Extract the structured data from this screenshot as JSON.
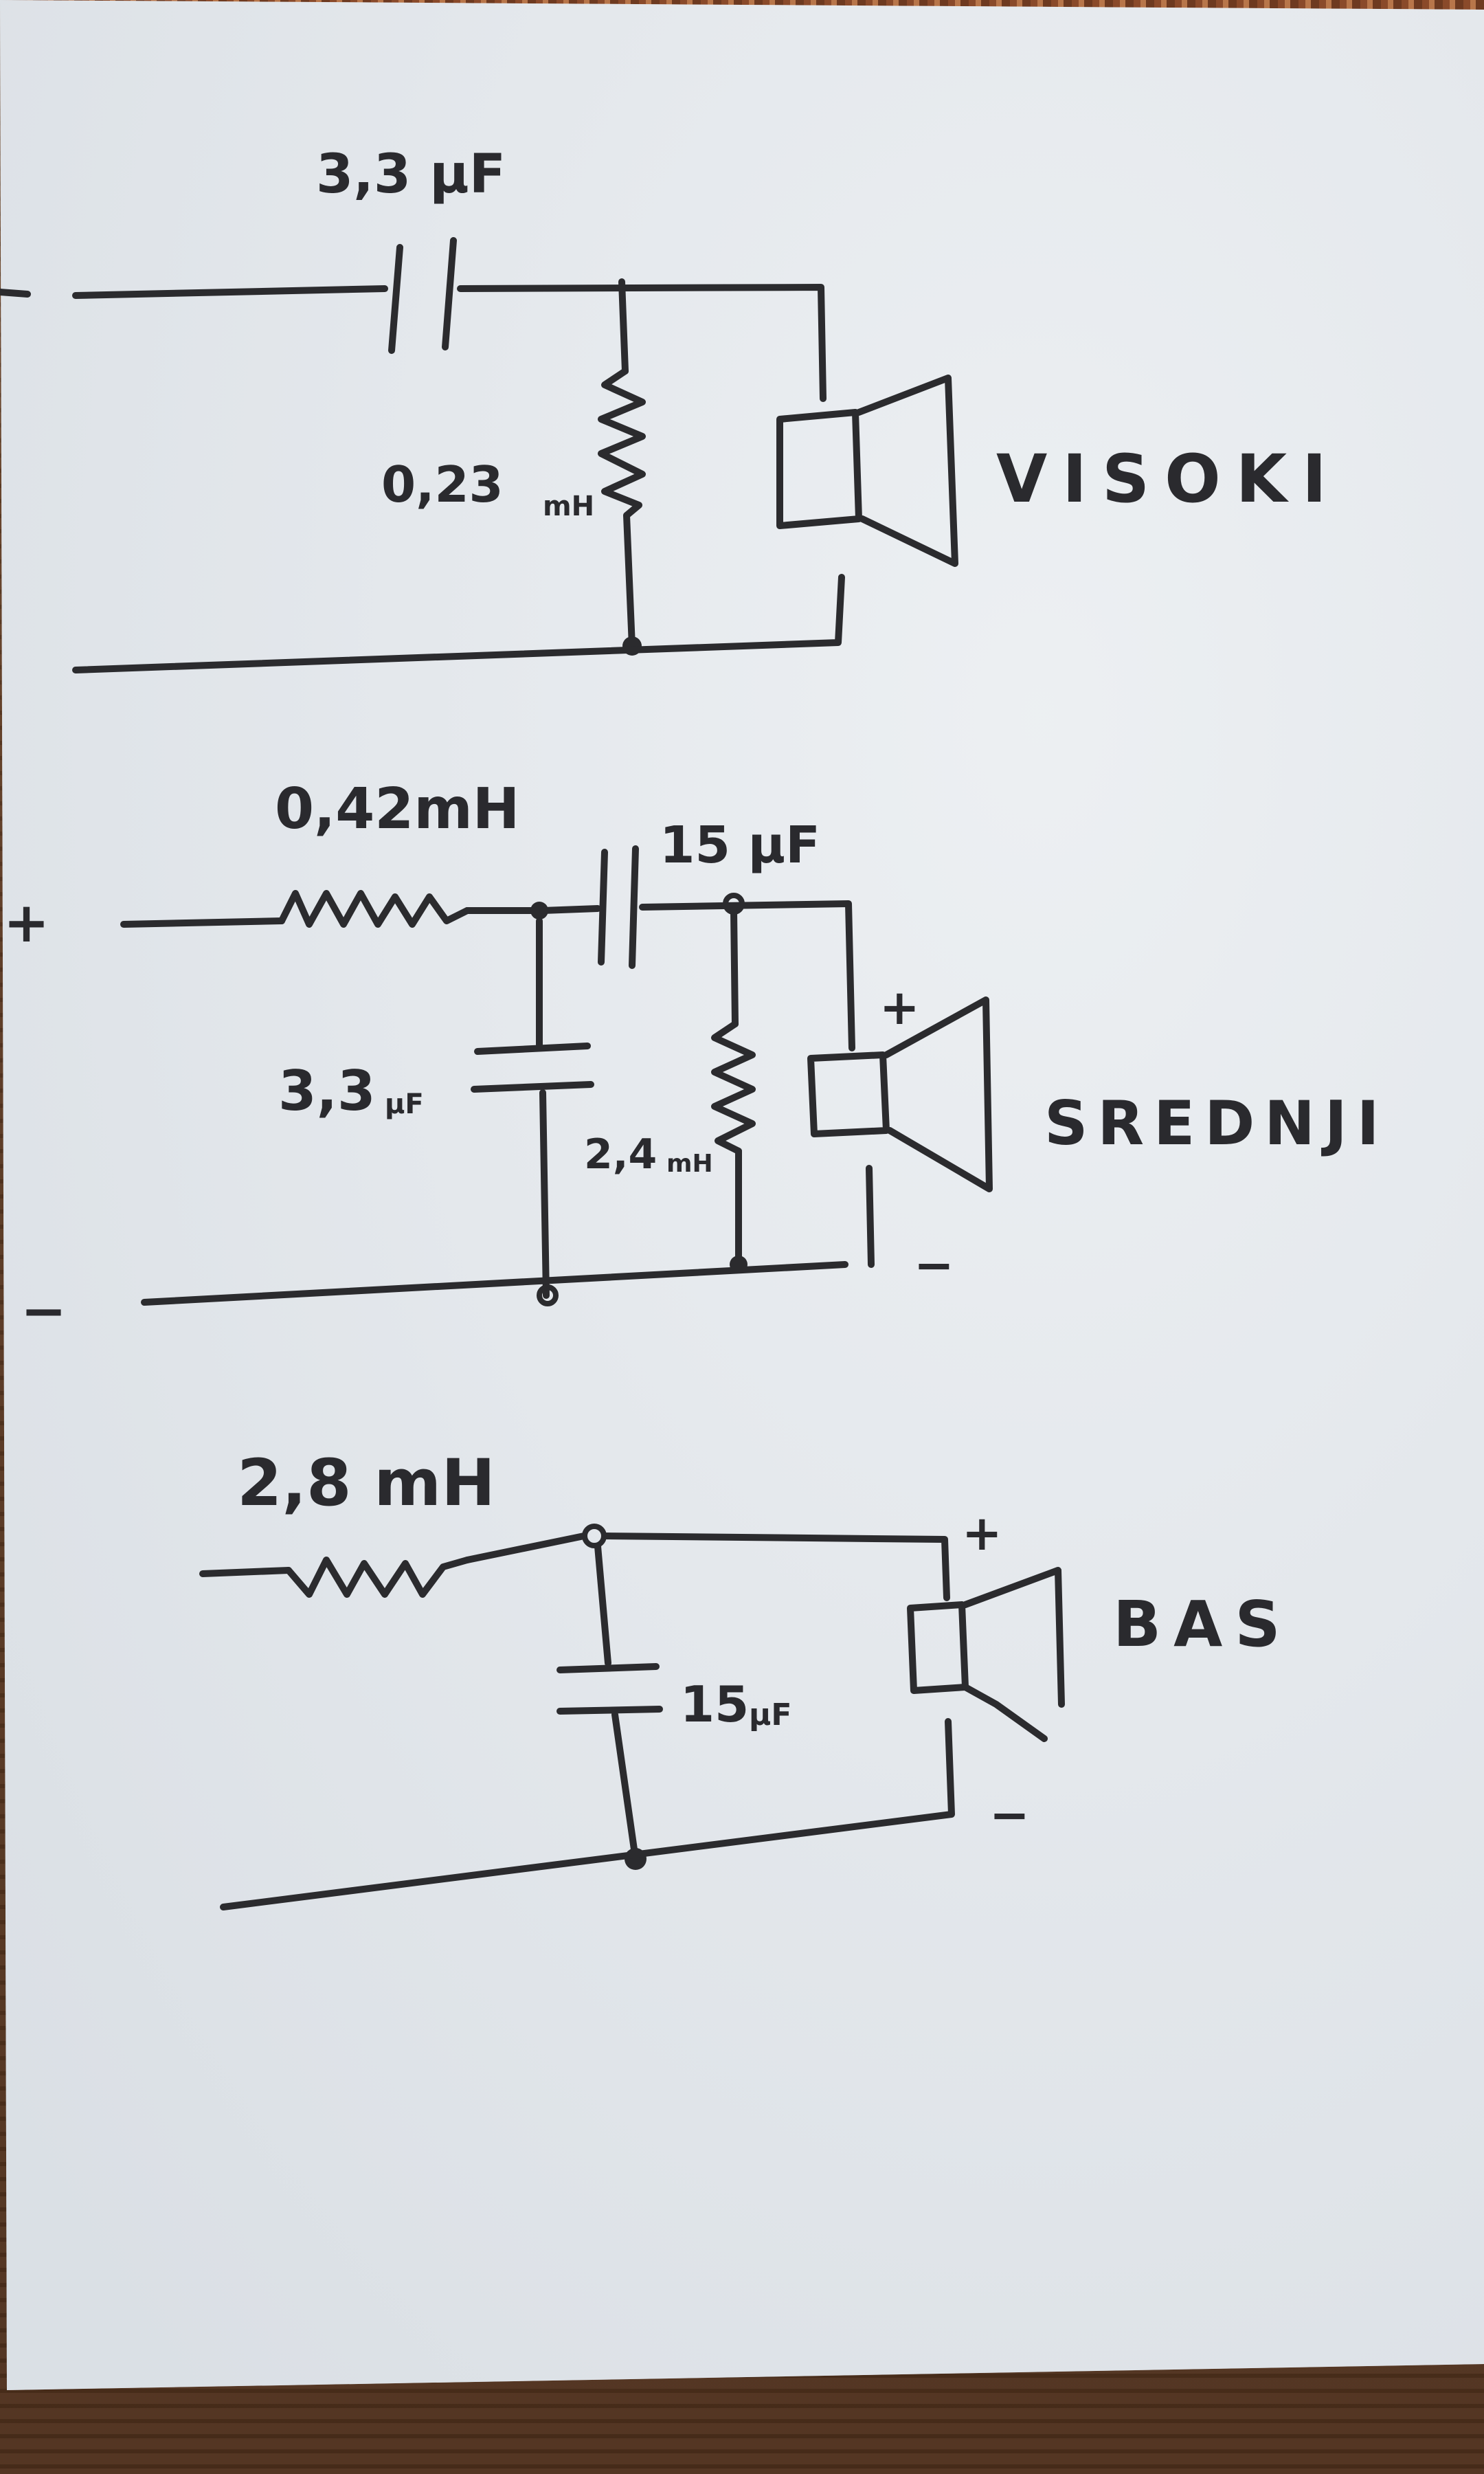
{
  "colors": {
    "paper": "#e8ecef",
    "ink": "#2b2b2e",
    "wood": "#5b3922"
  },
  "labels": {
    "tweeter_cap": "3,3 μF",
    "tweeter_ind_main": "0,23",
    "tweeter_ind_unit": "mH",
    "tweeter_name": "VISOKI",
    "mid_ind": "0,42mH",
    "mid_series_cap": "15 μF",
    "mid_shunt_cap_main": "3,3",
    "mid_shunt_cap_unit": "μF",
    "mid_shunt_ind_main": "2,4",
    "mid_shunt_ind_unit": "mH",
    "mid_name": "SREDNJI",
    "bass_ind": "2,8 mH",
    "bass_cap_main": "15",
    "bass_cap_unit": "μF",
    "bass_name": "BAS",
    "plus": "+",
    "minus": "−"
  }
}
